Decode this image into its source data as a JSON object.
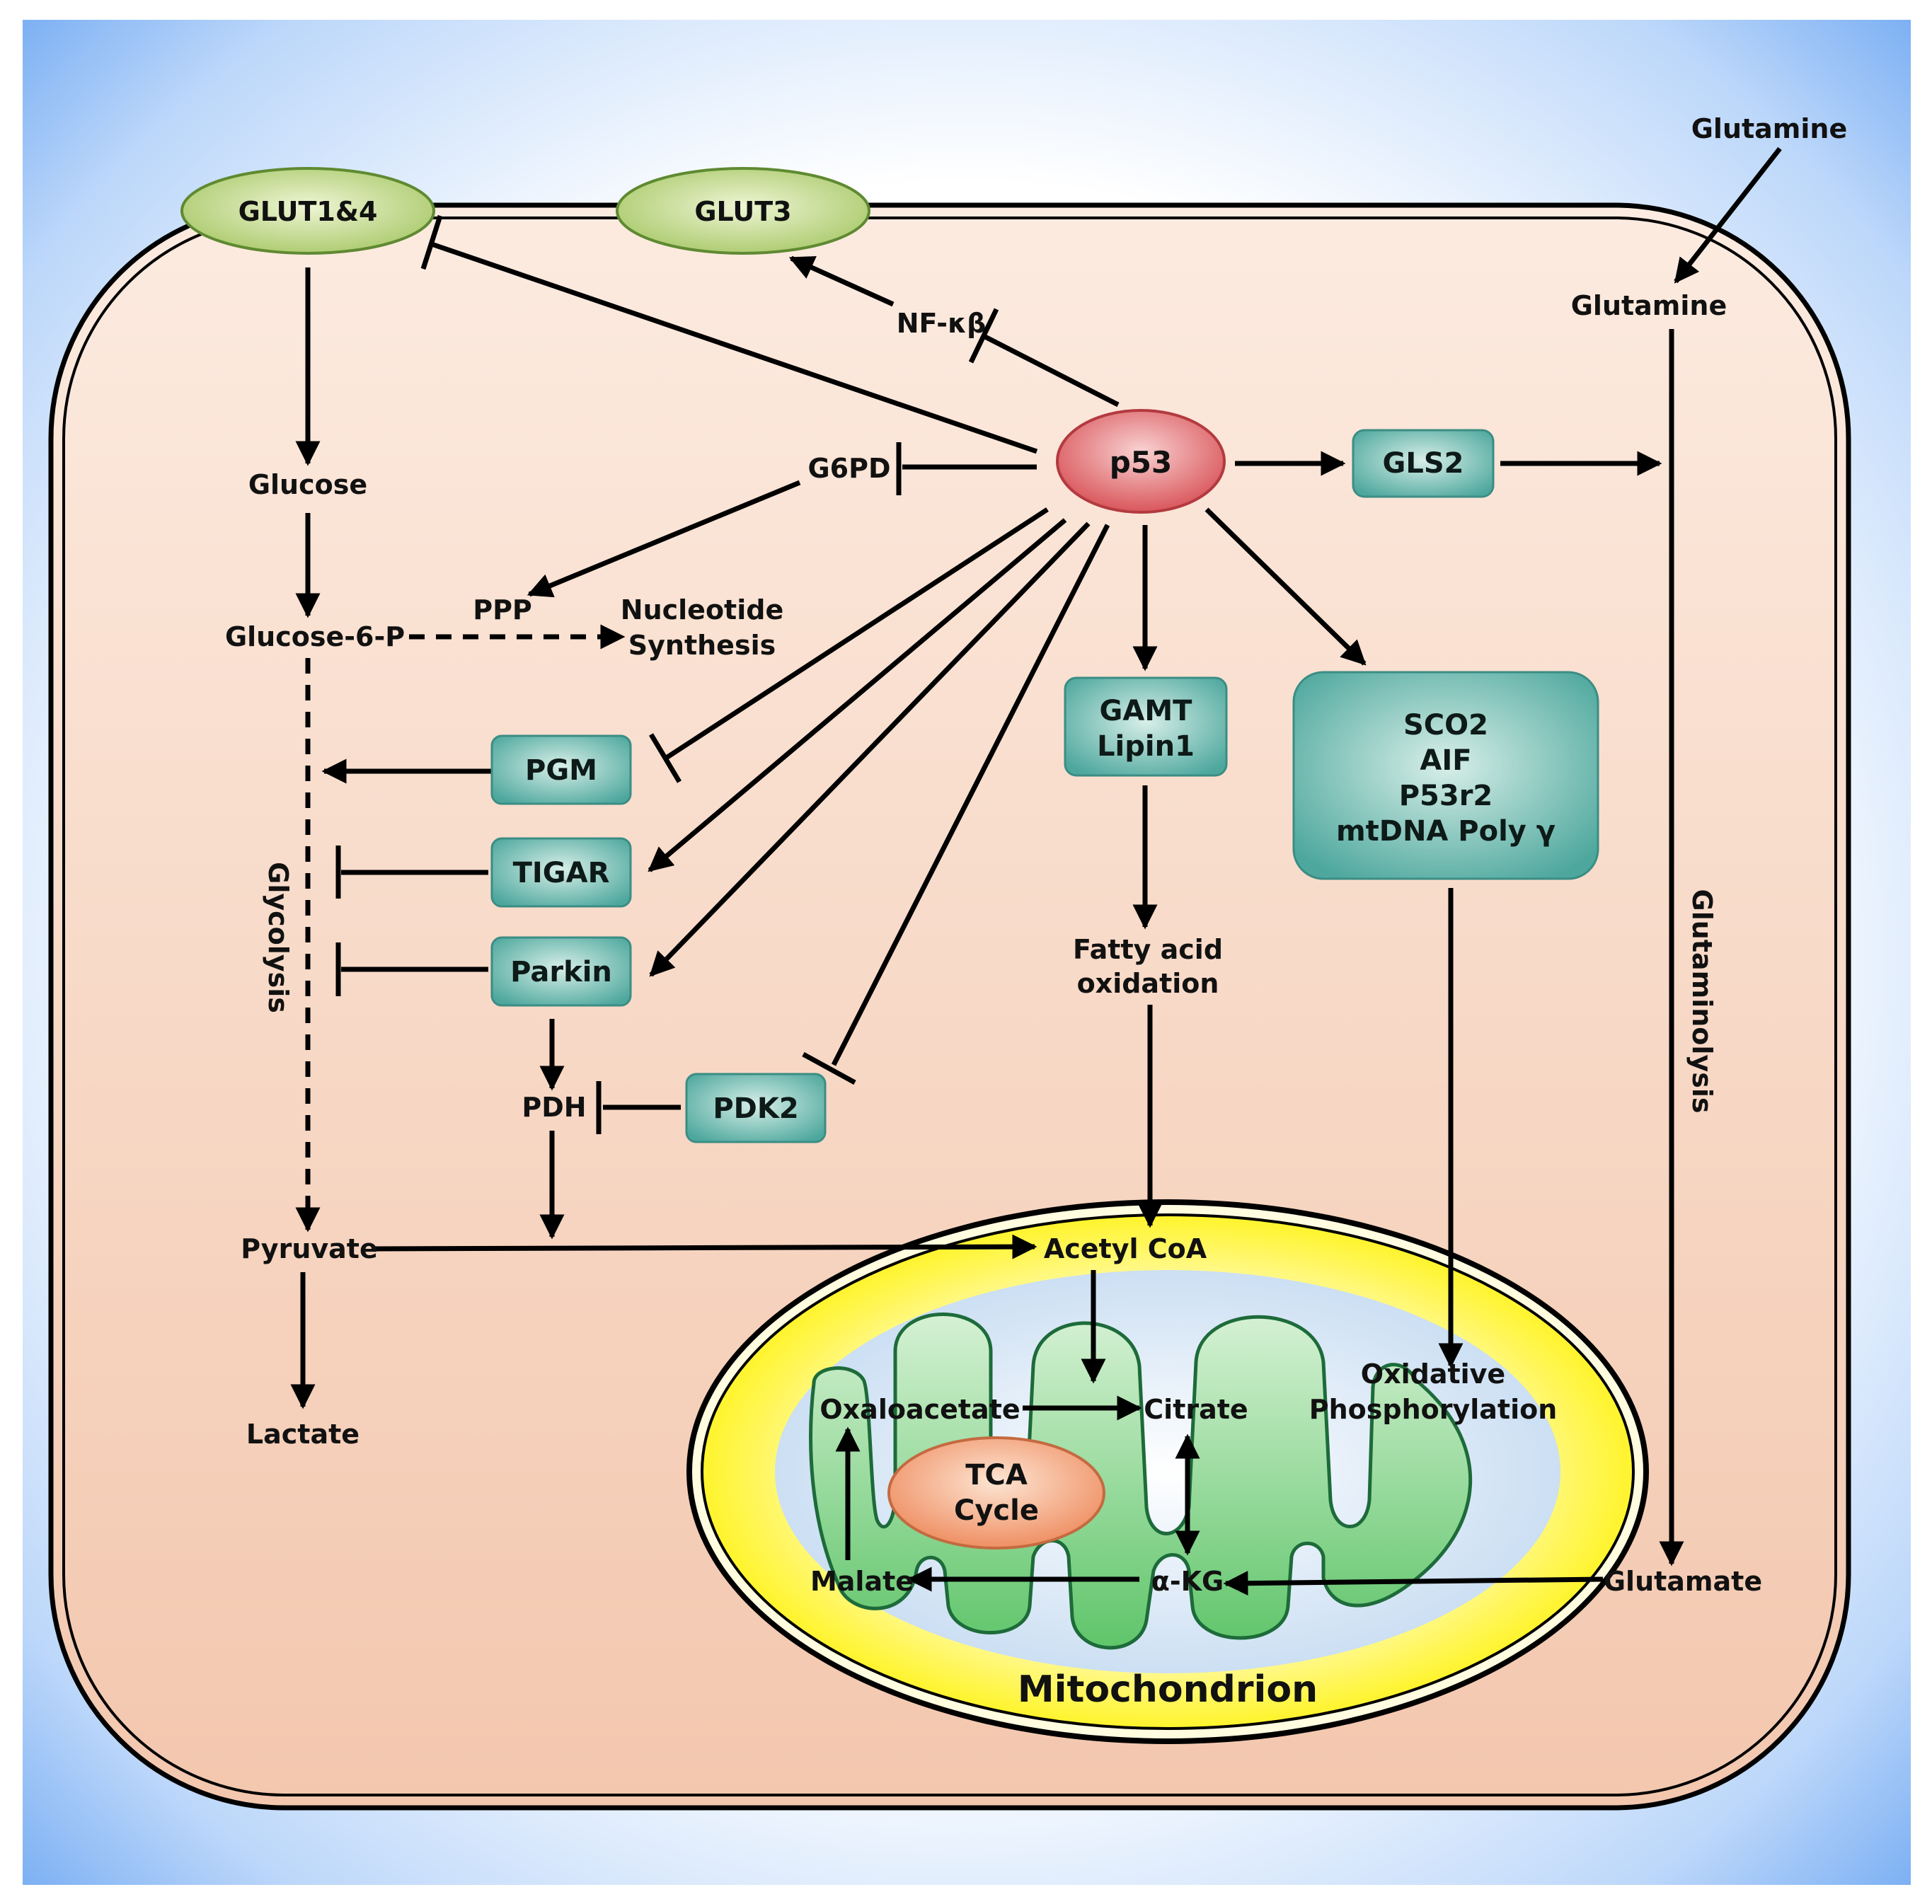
{
  "colors": {
    "frame": "#5f9ef0",
    "cell": "#f3c7ae",
    "ellipse_fill": "#a9c96a",
    "box_fill": "#4da79d",
    "p53_fill": "#d9565b",
    "mito_outer": "#fff200",
    "mito_matrix": "#5fc56a",
    "tca_fill": "#ef8f63"
  },
  "transporters": {
    "glut14": "GLUT1&4",
    "glut3": "GLUT3"
  },
  "nodes": {
    "p53": "p53",
    "nfkb": "NF-κβ",
    "g6pd": "G6PD",
    "gls2": "GLS2",
    "glucose": "Glucose",
    "glucose6p": "Glucose-6-P",
    "ppp": "PPP",
    "nucleotide1": "Nucleotide",
    "nucleotide2": "Synthesis",
    "pgm": "PGM",
    "tigar": "TIGAR",
    "parkin": "Parkin",
    "pdh": "PDH",
    "pdk2": "PDK2",
    "glycolysis": "Glycolysis",
    "pyruvate": "Pyruvate",
    "lactate": "Lactate",
    "gamt": "GAMT",
    "lipin1": "Lipin1",
    "fao1": "Fatty acid",
    "fao2": "oxidation",
    "sco2": "SCO2",
    "aif": "AIF",
    "p53r2": "P53r2",
    "mtdna": "mtDNA Poly γ",
    "glutamine_out": "Glutamine",
    "glutamine_in": "Glutamine",
    "glutaminolysis": "Glutaminolysis",
    "glutamate": "Glutamate"
  },
  "mito": {
    "acetylcoa": "Acetyl CoA",
    "oxaloacetate": "Oxaloacetate",
    "citrate": "Citrate",
    "malate": "Malate",
    "akg": "α-KG",
    "tca1": "TCA",
    "tca2": "Cycle",
    "oxphos1": "Oxidative",
    "oxphos2": "Phosphorylation",
    "title": "Mitochondrion"
  }
}
